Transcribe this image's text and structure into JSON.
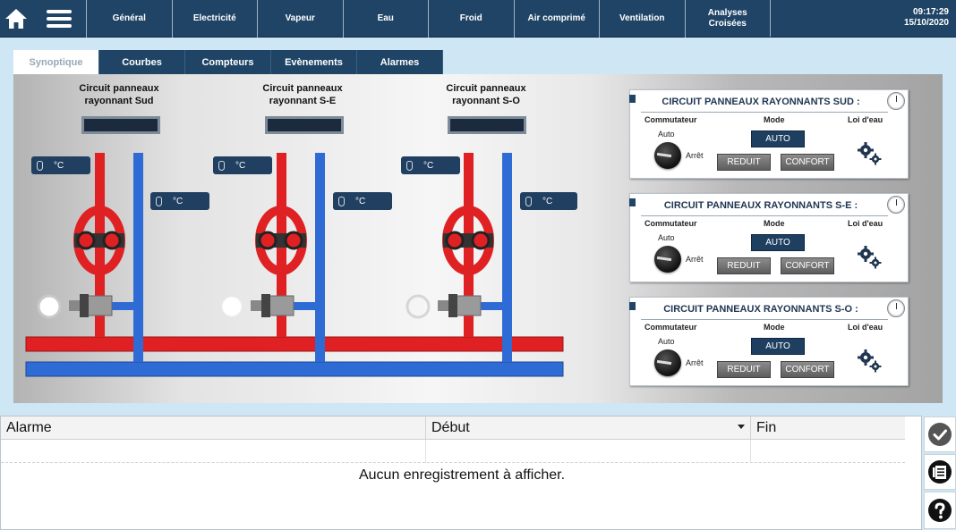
{
  "nav": {
    "items": [
      "Général",
      "Electricité",
      "Vapeur",
      "Eau",
      "Froid",
      "Air comprimé",
      "Ventilation",
      "Analyses\nCroisées"
    ],
    "time": "09:17:29",
    "date": "15/10/2020"
  },
  "tabs": [
    "Synoptique",
    "Courbes",
    "Compteurs",
    "Evènements",
    "Alarmes"
  ],
  "active_tab": "Synoptique",
  "temp_unit": "°C",
  "circuits": [
    {
      "title_line1": "Circuit panneaux",
      "title_line2": "rayonnant Sud"
    },
    {
      "title_line1": "Circuit panneaux",
      "title_line2": "rayonnant S-E"
    },
    {
      "title_line1": "Circuit panneaux",
      "title_line2": "rayonnant S-O"
    }
  ],
  "panels": [
    {
      "title": "CIRCUIT PANNEAUX RAYONNANTS SUD :"
    },
    {
      "title": "CIRCUIT PANNEAUX RAYONNANTS S-E :"
    },
    {
      "title": "CIRCUIT PANNEAUX RAYONNANTS S-O :"
    }
  ],
  "panel_labels": {
    "commutateur": "Commutateur",
    "mode": "Mode",
    "loi": "Loi d'eau",
    "auto_pos": "Auto",
    "arret_pos": "Arrêt",
    "auto_btn": "AUTO",
    "reduit_btn": "REDUIT",
    "confort_btn": "CONFORT"
  },
  "alarms": {
    "columns": [
      "Alarme",
      "Début",
      "Fin"
    ],
    "empty_message": "Aucun enregistrement à afficher."
  },
  "colors": {
    "nav_bg": "#1f4466",
    "hot_pipe": "#e02124",
    "cold_pipe": "#2f6bd4"
  }
}
